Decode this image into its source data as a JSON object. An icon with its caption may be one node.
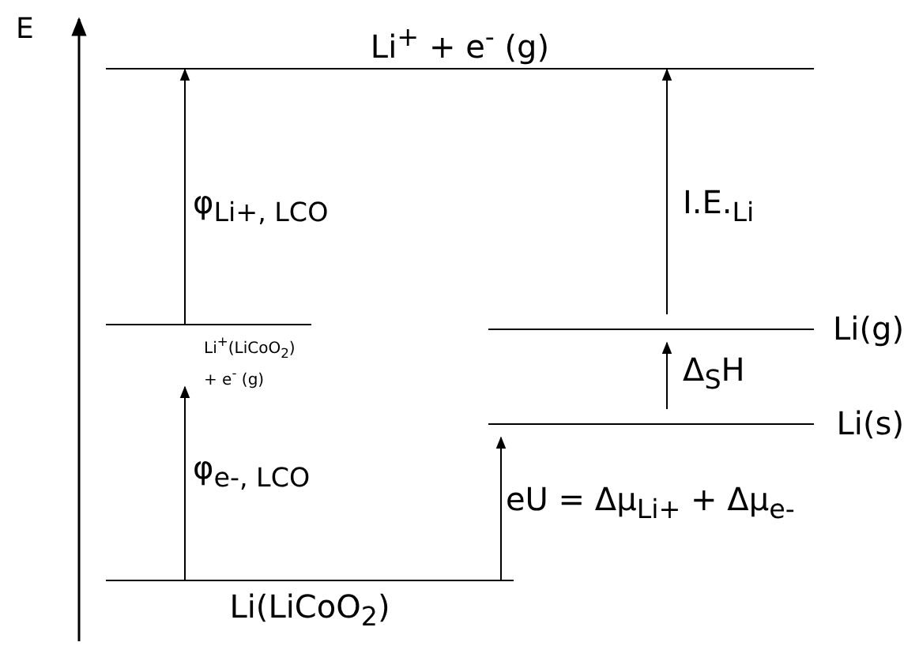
{
  "diagram": {
    "nodes": [
      {
        "text": [
          "Li$^{+}$ + e$^{-}$ (g)"
        ]
      },
      {
        "text": [
          "Li$^{+}$(LiCoO$_{2}$) + e$^{-}$ (g)"
        ]
      },
      {
        "text": [
          "Li(LiCoO$_{2}$)"
        ]
      },
      {
        "text": [
          "Li(g)"
        ]
      },
      {
        "text": [
          "Li(s)"
        ]
      }
    ],
    "edges": [
      {
        "from": 2,
        "to": 1,
        "arrow": "to",
        "label": "φ$_{e-, LCO}$"
      },
      {
        "from": 1,
        "to": 0,
        "arrow": "to",
        "label": "φ$_{Li+, LCO}$"
      },
      {
        "from": 2,
        "to": 4,
        "arrow": "to",
        "label": "eU = Δμ$_{Li+}$ + Δμ$_{e-}$"
      },
      {
        "from": 4,
        "to": 3,
        "arrow": "to",
        "label": "Δ$_{S}$H"
      },
      {
        "from": 3,
        "to": 0,
        "arrow": "to",
        "label": "I.E.$_{Li}$"
      }
    ],
    "labels": [
      "E"
    ]
  }
}
